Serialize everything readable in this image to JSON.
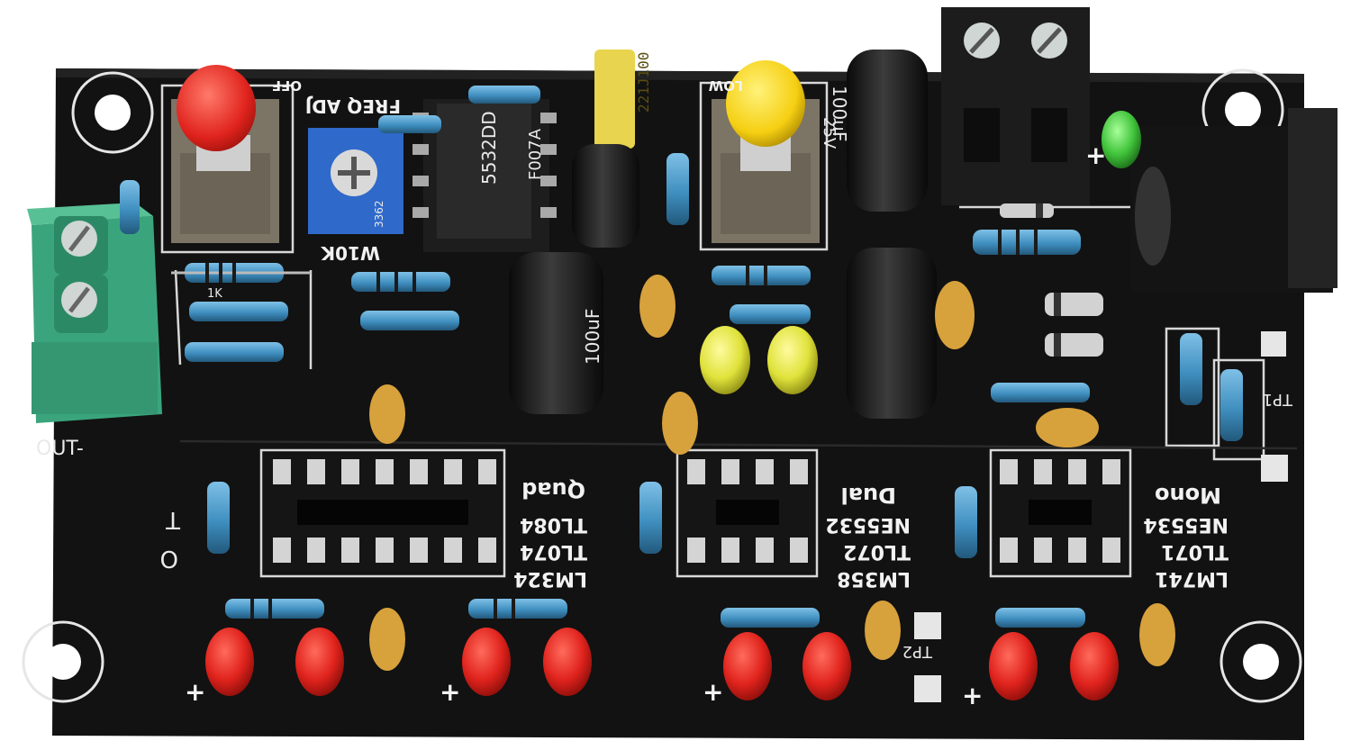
{
  "board": {
    "colors": {
      "pcb": "#121212",
      "silkscreen": "#e6e6e6",
      "terminal_green": "#3aa57c",
      "terminal_black": "#1c1c1c",
      "led_red": "#e0231d",
      "led_yellow": "#dfe23a",
      "led_green": "#3fc23a",
      "resistor_body": "#3f8fc0",
      "cap_ceramic": "#d7a13c",
      "ic_socket": "#151515"
    },
    "labels": {
      "off": "OFF",
      "freq_adj": "FREQ ADJ",
      "pot_value": "W10K",
      "ic_555": "5532DD",
      "ic_555_sub": "F007A",
      "film_cap": "221J100",
      "ecap_100": "100uF",
      "ecap_25v": "25V",
      "low": "LOW",
      "out": "OUT-",
      "quad": "Quad",
      "tl084": "TL084",
      "tl074": "TL074",
      "lm324": "LM324",
      "dual": "Dual",
      "ne5532": "NE5532",
      "tl072": "TL072",
      "lm358": "LM358",
      "mono": "Mono",
      "ne5534": "NE5534",
      "tl071": "TL071",
      "lm741": "LM741",
      "tp1": "TP1",
      "tp2": "TP2",
      "pin_o": "O",
      "pin_t": "T",
      "plus": "+",
      "r1k": "1K",
      "pot_code": "3362"
    }
  }
}
